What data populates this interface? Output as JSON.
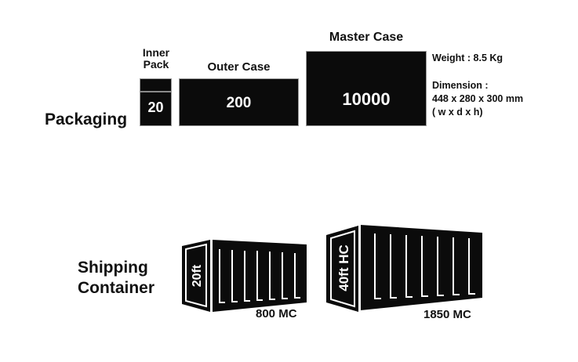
{
  "packaging": {
    "title": "Packaging",
    "inner_pack": {
      "label_line1": "Inner",
      "label_line2": "Pack",
      "value": "20"
    },
    "outer_case": {
      "label": "Outer Case",
      "value": "200"
    },
    "master_case": {
      "label": "Master Case",
      "value": "10000"
    },
    "specs": {
      "weight": "Weight : 8.5 Kg",
      "dimension_label": "Dimension :",
      "dimension_value": "448 x 280 x 300 mm",
      "dimension_note": "( w x d x h)"
    }
  },
  "shipping": {
    "title_line1": "Shipping",
    "title_line2": "Container",
    "containers": [
      {
        "type_label": "20ft",
        "capacity": "800 MC"
      },
      {
        "type_label": "40ft HC",
        "capacity": "1850 MC"
      }
    ]
  },
  "colors": {
    "box_fill": "#0b0b0b",
    "box_text": "#ffffff",
    "text": "#111111"
  }
}
